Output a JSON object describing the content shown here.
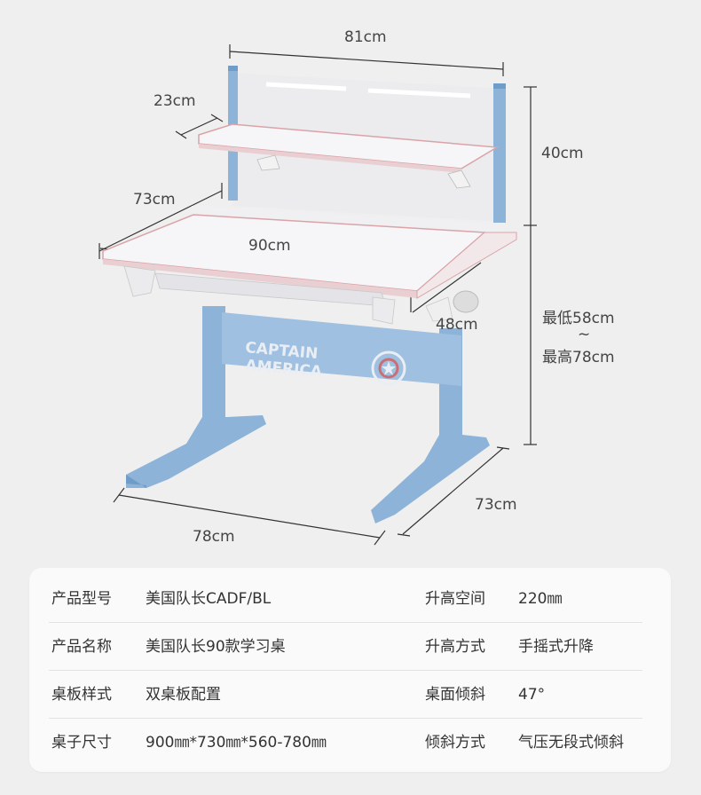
{
  "dimensions": {
    "top_width": "81cm",
    "shelf_depth": "23cm",
    "shelf_height": "40cm",
    "desk_depth": "73cm",
    "desk_width": "90cm",
    "desk_depth_back": "48cm",
    "height_min": "最低58cm",
    "height_tilde": "~",
    "height_max": "最高78cm",
    "base_width": "78cm",
    "base_depth": "73cm"
  },
  "logo": {
    "line1": "CAPTAIN",
    "line2": "AMERICA"
  },
  "colors": {
    "frame_blue": "#8db3d8",
    "frame_blue_dark": "#6f9cc9",
    "board_white": "#f6f6f8",
    "board_edge_pink": "#d9a3a8"
  },
  "specs": [
    {
      "label1": "产品型号",
      "value1": "美国队长CADF/BL",
      "label2": "升高空间",
      "value2": "220㎜"
    },
    {
      "label1": "产品名称",
      "value1": "美国队长90款学习桌",
      "label2": "升高方式",
      "value2": "手摇式升降"
    },
    {
      "label1": "桌板样式",
      "value1": "双桌板配置",
      "label2": "桌面倾斜",
      "value2": "47°"
    },
    {
      "label1": "桌子尺寸",
      "value1": "900㎜*730㎜*560-780㎜",
      "label2": "倾斜方式",
      "value2": "气压无段式倾斜"
    }
  ]
}
